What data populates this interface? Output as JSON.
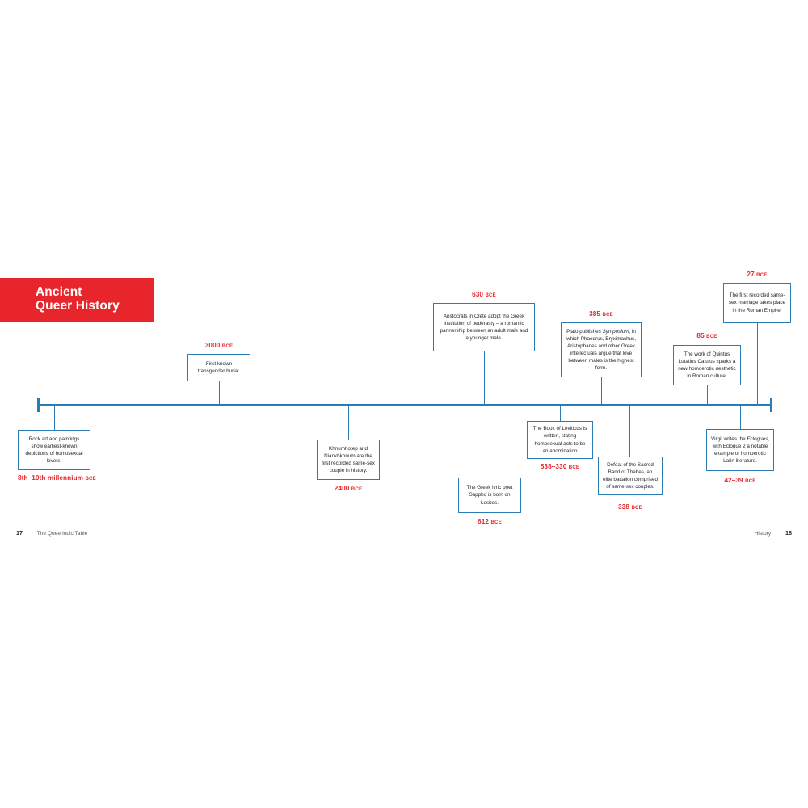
{
  "banner": {
    "title": "Ancient\nQueer History",
    "background_color": "#e8252a",
    "text_color": "#ffffff"
  },
  "colors": {
    "accent_red": "#e8252a",
    "timeline_blue": "#2b7cb5",
    "body_text": "#231f20",
    "page_background": "#ffffff"
  },
  "timeline": {
    "orientation": "horizontal",
    "axis_color": "#2b7cb5",
    "events": [
      {
        "id": "rock-art",
        "date": "8th–10th millennium",
        "era": "BCE",
        "text": "Rock art and paintings show earliest-known depictions of homosexual lovers.",
        "side": "below"
      },
      {
        "id": "transgender-burial",
        "date": "3000",
        "era": "BCE",
        "text": "First known transgender burial.",
        "side": "above"
      },
      {
        "id": "khnumhotep-niankhkhnum",
        "date": "2400",
        "era": "BCE",
        "text": "Khnumhotep and Niankhkhnum are the first recorded same-sex couple in history.",
        "side": "below"
      },
      {
        "id": "crete-pederasty",
        "date": "630",
        "era": "BCE",
        "text": "Aristocrats in Crete adopt the Greek institution of pederasty – a romantic partnership between an adult male and a younger male.",
        "side": "above"
      },
      {
        "id": "sappho-born",
        "date": "612",
        "era": "BCE",
        "text": "The Greek lyric poet Sappho is born on Lesbos.",
        "side": "below"
      },
      {
        "id": "book-of-leviticus",
        "date": "538–330",
        "era": "BCE",
        "text": "The Book of Leviticus is written, stating homosexual acts to be an abomination",
        "side": "below"
      },
      {
        "id": "plato-symposium",
        "date": "385",
        "era": "BCE",
        "text_before": "Plato publishes ",
        "text_italic": "Symposium",
        "text_after": ", in which Phaedrus, Eryximachus, Aristophanes and other Greek intellectuals argue that love between males is the highest form.",
        "side": "above"
      },
      {
        "id": "sacred-band-thebes",
        "date": "338",
        "era": "BCE",
        "text": "Defeat of the Sacred Band of Thebes, an elite battalion comprised of same-sex couples.",
        "side": "below"
      },
      {
        "id": "quintus-lutatius-catulus",
        "date": "85",
        "era": "BCE",
        "text": "The work of Quintus Lutatius Catulus sparks a new homoerotic aesthetic in Roman culture.",
        "side": "above"
      },
      {
        "id": "virgil-eclogues",
        "date": "42–39",
        "era": "BCE",
        "text_before": "Virgil writes the ",
        "text_italic": "Eclogues",
        "text_after": ", with Eclogue 2 a notable example of homoerotic Latin literature.",
        "side": "below"
      },
      {
        "id": "roman-same-sex-marriage",
        "date": "27",
        "era": "BCE",
        "text": "The first recorded same-sex marriage takes place in the Roman Empire.",
        "side": "above"
      }
    ]
  },
  "footer": {
    "left_folio": "17",
    "left_label": "The Queeriodic Table",
    "right_label": "History",
    "right_folio": "18"
  }
}
